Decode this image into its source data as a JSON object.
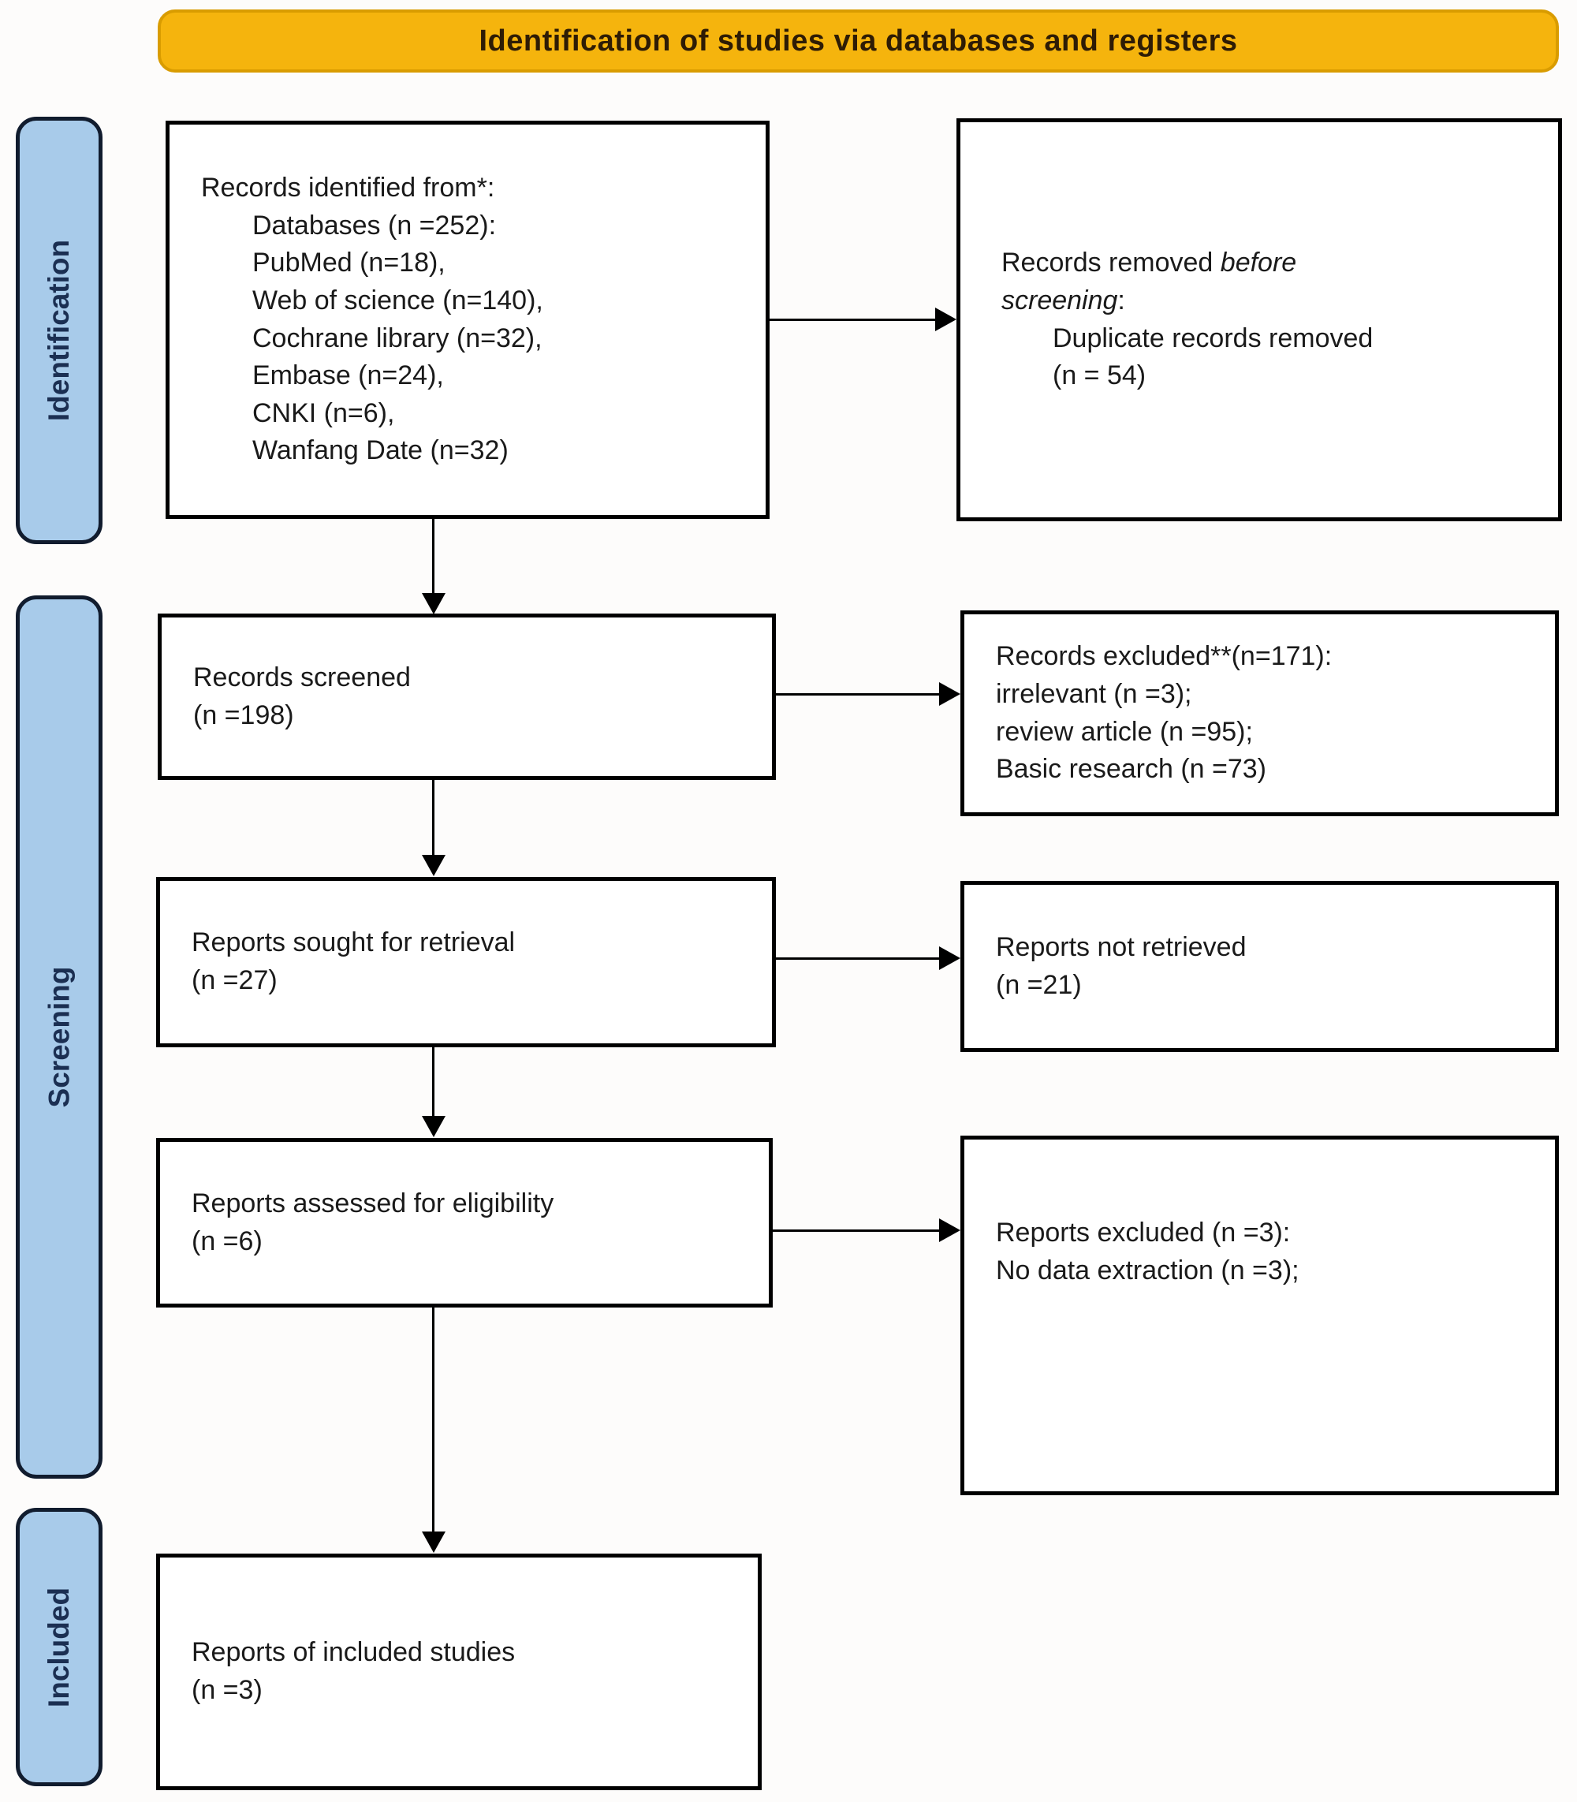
{
  "banner": {
    "title": "Identification of studies via databases and registers"
  },
  "sidebar": {
    "stages": [
      {
        "label": "Identification"
      },
      {
        "label": "Screening"
      },
      {
        "label": "Included"
      }
    ]
  },
  "boxes": {
    "identified": {
      "title": "Records identified from*:",
      "items": [
        "Databases (n =252):",
        "PubMed (n=18),",
        "Web of science (n=140),",
        "Cochrane library (n=32),",
        "Embase (n=24),",
        "CNKI (n=6),",
        "Wanfang Date (n=32)"
      ]
    },
    "removed": {
      "line1_normal": "Records removed ",
      "line1_italic": "before",
      "line2_italic": "screening",
      "line2_normal": ":",
      "sub_lines": [
        "Duplicate records removed",
        "(n = 54)"
      ]
    },
    "screened": {
      "line1": "Records screened",
      "line2": "(n =198)"
    },
    "excluded": {
      "lines": [
        "Records excluded**(n=171):",
        "irrelevant (n =3);",
        "review article (n =95);",
        "Basic research (n =73)"
      ]
    },
    "sought": {
      "line1": "Reports sought for retrieval",
      "line2": "(n =27)"
    },
    "not_retrieved": {
      "line1": "Reports not retrieved",
      "line2": "(n =21)"
    },
    "assessed": {
      "line1": "Reports assessed for eligibility",
      "line2": "(n =6)"
    },
    "reports_excluded": {
      "line1": "Reports excluded (n =3):",
      "line2": "No data extraction (n =3);"
    },
    "included": {
      "line1": "Reports of included studies",
      "line2": "(n =3)"
    }
  },
  "colors": {
    "banner_fill": "#F5B40D",
    "banner_border": "#D99C00",
    "banner_text": "#2E1C05",
    "pill_fill": "#A8CBEA",
    "pill_border": "#111C2E",
    "pill_text": "#1B2F52",
    "box_border": "#000000",
    "box_fill": "#FFFFFF",
    "box_text": "#1A1A1A",
    "page_bg": "#FDFCFB"
  }
}
